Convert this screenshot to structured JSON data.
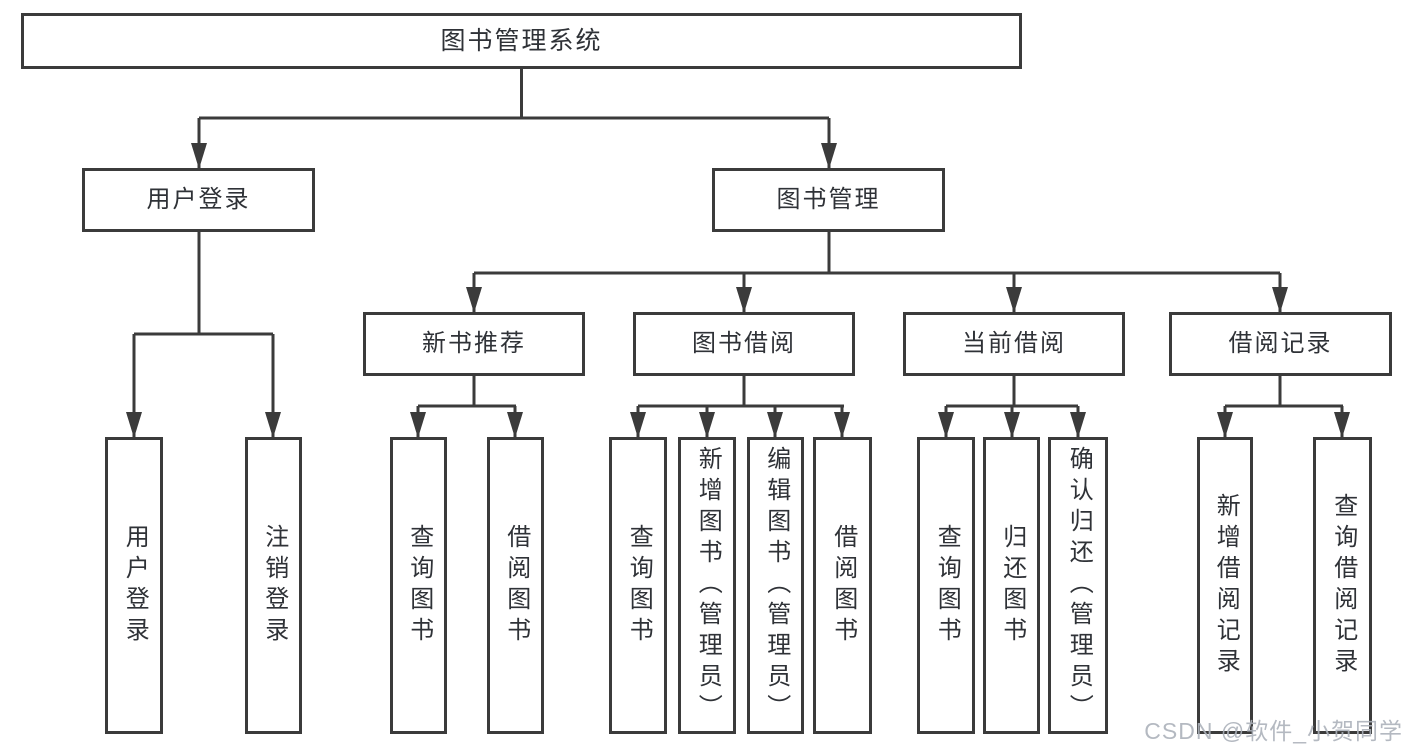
{
  "diagram_type": "hierarchy-tree",
  "colors": {
    "line": "#3b3b3b",
    "box_border": "#3b3b3b",
    "text": "#2f3237",
    "background": "#ffffff",
    "watermark": "#acb1ba"
  },
  "tree": {
    "root": {
      "label": "图书管理系统",
      "children": [
        {
          "label": "用户登录",
          "children": [
            {
              "label": "用户登录"
            },
            {
              "label": "注销登录"
            }
          ]
        },
        {
          "label": "图书管理",
          "children": [
            {
              "label": "新书推荐",
              "children": [
                {
                  "label": "查询图书"
                },
                {
                  "label": "借阅图书"
                }
              ]
            },
            {
              "label": "图书借阅",
              "children": [
                {
                  "label": "查询图书"
                },
                {
                  "label": "新增图书（管理员）"
                },
                {
                  "label": "编辑图书（管理员）"
                },
                {
                  "label": "借阅图书"
                }
              ]
            },
            {
              "label": "当前借阅",
              "children": [
                {
                  "label": "查询图书"
                },
                {
                  "label": "归还图书"
                },
                {
                  "label": "确认归还（管理员）"
                }
              ]
            },
            {
              "label": "借阅记录",
              "children": [
                {
                  "label": "新增借阅记录"
                },
                {
                  "label": "查询借阅记录"
                }
              ]
            }
          ]
        }
      ]
    }
  },
  "watermark": {
    "text": "CSDN @软件_小贺同学"
  }
}
